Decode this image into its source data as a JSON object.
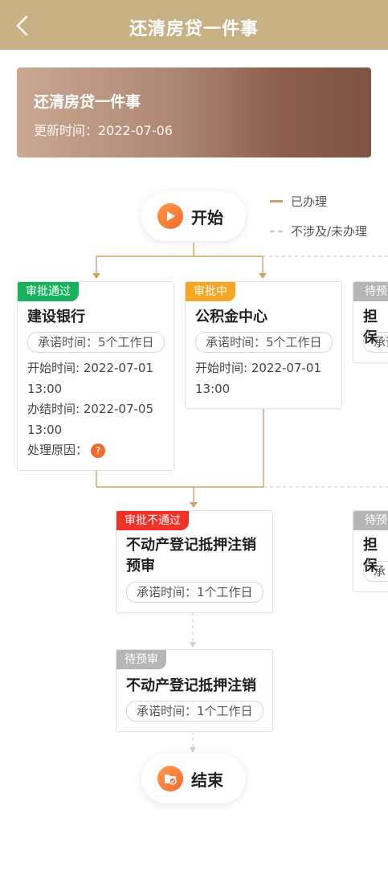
{
  "header": {
    "title": "还清房贷一件事"
  },
  "banner": {
    "title": "还清房贷一件事",
    "updated": "更新时间：2022-07-06"
  },
  "legend": {
    "done": "已办理",
    "not_applicable": "不涉及/未办理"
  },
  "start": {
    "label": "开始"
  },
  "end": {
    "label": "结束"
  },
  "cards": {
    "ccb": {
      "status": "审批通过",
      "title": "建设银行",
      "promise": "承诺时间：5个工作日",
      "start_line1": "开始时间: 2022-07-01",
      "start_line2": "13:00",
      "finish_line1": "办结时间: 2022-07-05",
      "finish_line2": "13:00",
      "reason_label": "处理原因：",
      "reason_icon": "?"
    },
    "fund": {
      "status": "审批中",
      "title": "公积金中心",
      "promise": "承诺时间：5个工作日",
      "start_line1": "开始时间: 2022-07-01",
      "start_line2": "13:00"
    },
    "guarantee1": {
      "status": "待预",
      "title": "担保",
      "promise": "承诺"
    },
    "mortgage_pre": {
      "status": "审批不通过",
      "title_line1": "不动产登记抵押注销",
      "title_line2": "预审",
      "promise": "承诺时间：1个工作日"
    },
    "guarantee2": {
      "status": "待预",
      "title": "担保",
      "promise": "承"
    },
    "mortgage": {
      "status": "待预审",
      "title": "不动产登记抵押注销",
      "promise": "承诺时间：1个工作日"
    }
  },
  "colors": {
    "header": "#c8b185",
    "line_done": "#c8a469",
    "approved": "#18b15c",
    "in_progress": "#f5a623",
    "rejected": "#f0332a",
    "pending": "#b6b6b6"
  }
}
